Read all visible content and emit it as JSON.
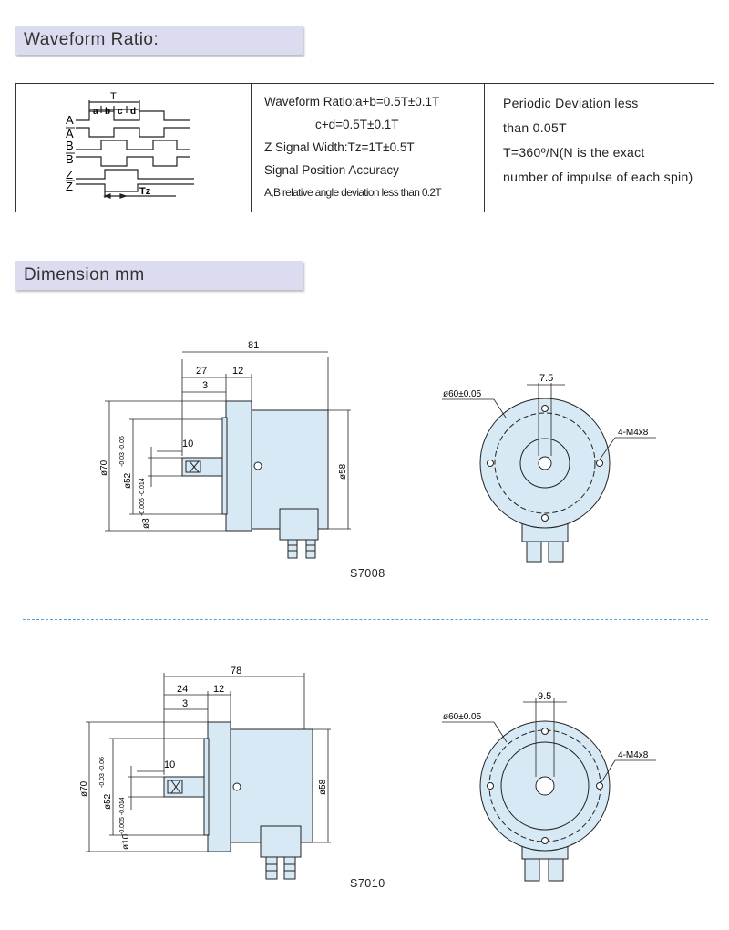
{
  "headers": {
    "waveform": "Waveform Ratio:",
    "dimension": "Dimension mm"
  },
  "waveform_table": {
    "diagram_labels": {
      "T": "T",
      "a": "a",
      "b": "b",
      "c": "c",
      "d": "d",
      "A": "A",
      "A_bar": "A",
      "B": "B",
      "B_bar": "B",
      "Z": "Z",
      "Z_bar": "Z",
      "Tz": "Tz"
    },
    "col2": [
      "Waveform Ratio:a+b=0.5T±0.1T",
      "c+d=0.5T±0.1T",
      "Z Signal Width:Tz=1T±0.5T",
      "Signal Position Accuracy",
      "A,B relative angle deviation less than 0.2T"
    ],
    "col3": [
      "Periodic Deviation less",
      "than 0.05T",
      "T=360º/N(N is the exact",
      "number of impulse of each spin)"
    ]
  },
  "s7008": {
    "model": "S7008",
    "side": {
      "len_total": "81",
      "len_27": "27",
      "len_12": "12",
      "len_3": "3",
      "len_10": "10",
      "dia_70": "ø70",
      "dia_52": "ø52",
      "dia_52_tol": "-0.03 -0.06",
      "dia_8": "ø8",
      "dia_8_tol": "-0.005 -0.014",
      "dia_58": "ø58"
    },
    "front": {
      "width": "7.5",
      "pcd": "ø60±0.05",
      "holes": "4-M4x8"
    }
  },
  "s7010": {
    "model": "S7010",
    "side": {
      "len_total": "78",
      "len_24": "24",
      "len_12": "12",
      "len_3": "3",
      "len_10": "10",
      "dia_70": "ø70",
      "dia_52": "ø52",
      "dia_52_tol": "-0.03 -0.06",
      "dia_10": "ø10",
      "dia_10_tol": "-0.005 -0.014",
      "dia_58": "ø58"
    },
    "front": {
      "width": "9.5",
      "pcd": "ø60±0.05",
      "holes": "4-M4x8"
    }
  },
  "colors": {
    "part_fill": "#d7e9f5",
    "header_bg": "#dcdcf0",
    "divider": "#4ea3d8"
  }
}
